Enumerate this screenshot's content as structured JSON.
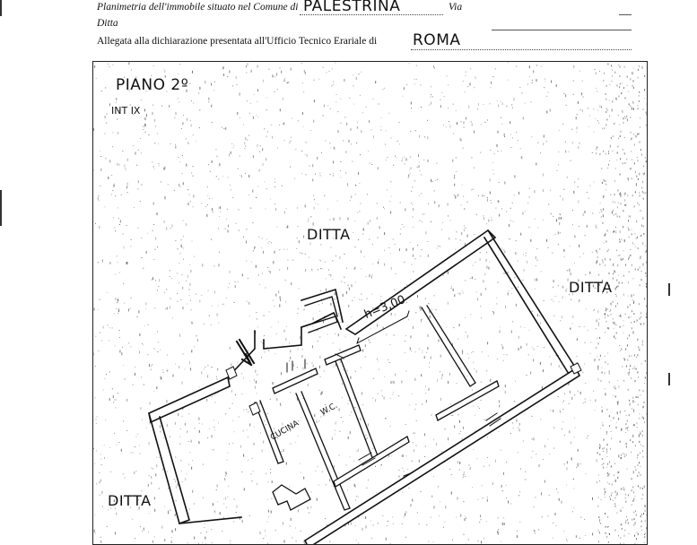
{
  "header": {
    "line1_prefix": "Planimetria dell'immobile situato nel Comune di",
    "comune": "PALESTRINA",
    "via_label": "Via",
    "line2_prefix": "Ditta",
    "line3_prefix": "Allegata alla dichiarazione presentata all'Ufficio Tecnico Erariale di",
    "ufficio": "ROMA"
  },
  "plan": {
    "floor": "PIANO 2º",
    "unit": "INT IX",
    "neighbor_top": "DITTA",
    "neighbor_right": "DITTA",
    "neighbor_left": "DITTA",
    "height": "h=3,00",
    "room_kitchen": "CUCINA",
    "room_wc": "W.C."
  },
  "colors": {
    "ink": "#111111",
    "paper": "#ffffff"
  }
}
